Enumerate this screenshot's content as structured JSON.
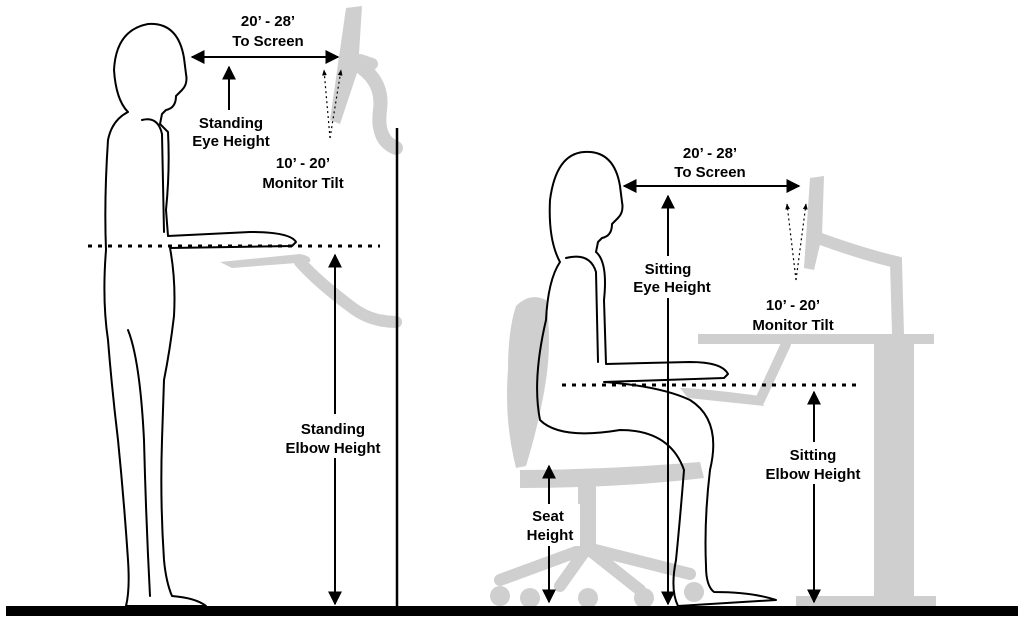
{
  "colors": {
    "ink": "#000000",
    "furniture": "#cfcfcf",
    "background": "#ffffff"
  },
  "standing": {
    "to_screen_range": "20’ - 28’",
    "to_screen_label": "To Screen",
    "eye_height_line1": "Standing",
    "eye_height_line2": "Eye Height",
    "tilt_range": "10’ - 20’",
    "tilt_label": "Monitor Tilt",
    "elbow_line1": "Standing",
    "elbow_line2": "Elbow Height"
  },
  "sitting": {
    "to_screen_range": "20’ - 28’",
    "to_screen_label": "To Screen",
    "eye_height_line1": "Sitting",
    "eye_height_line2": "Eye Height",
    "tilt_range": "10’ - 20’",
    "tilt_label": "Monitor Tilt",
    "elbow_line1": "Sitting",
    "elbow_line2": "Elbow Height",
    "seat_line1": "Seat",
    "seat_line2": "Height"
  }
}
